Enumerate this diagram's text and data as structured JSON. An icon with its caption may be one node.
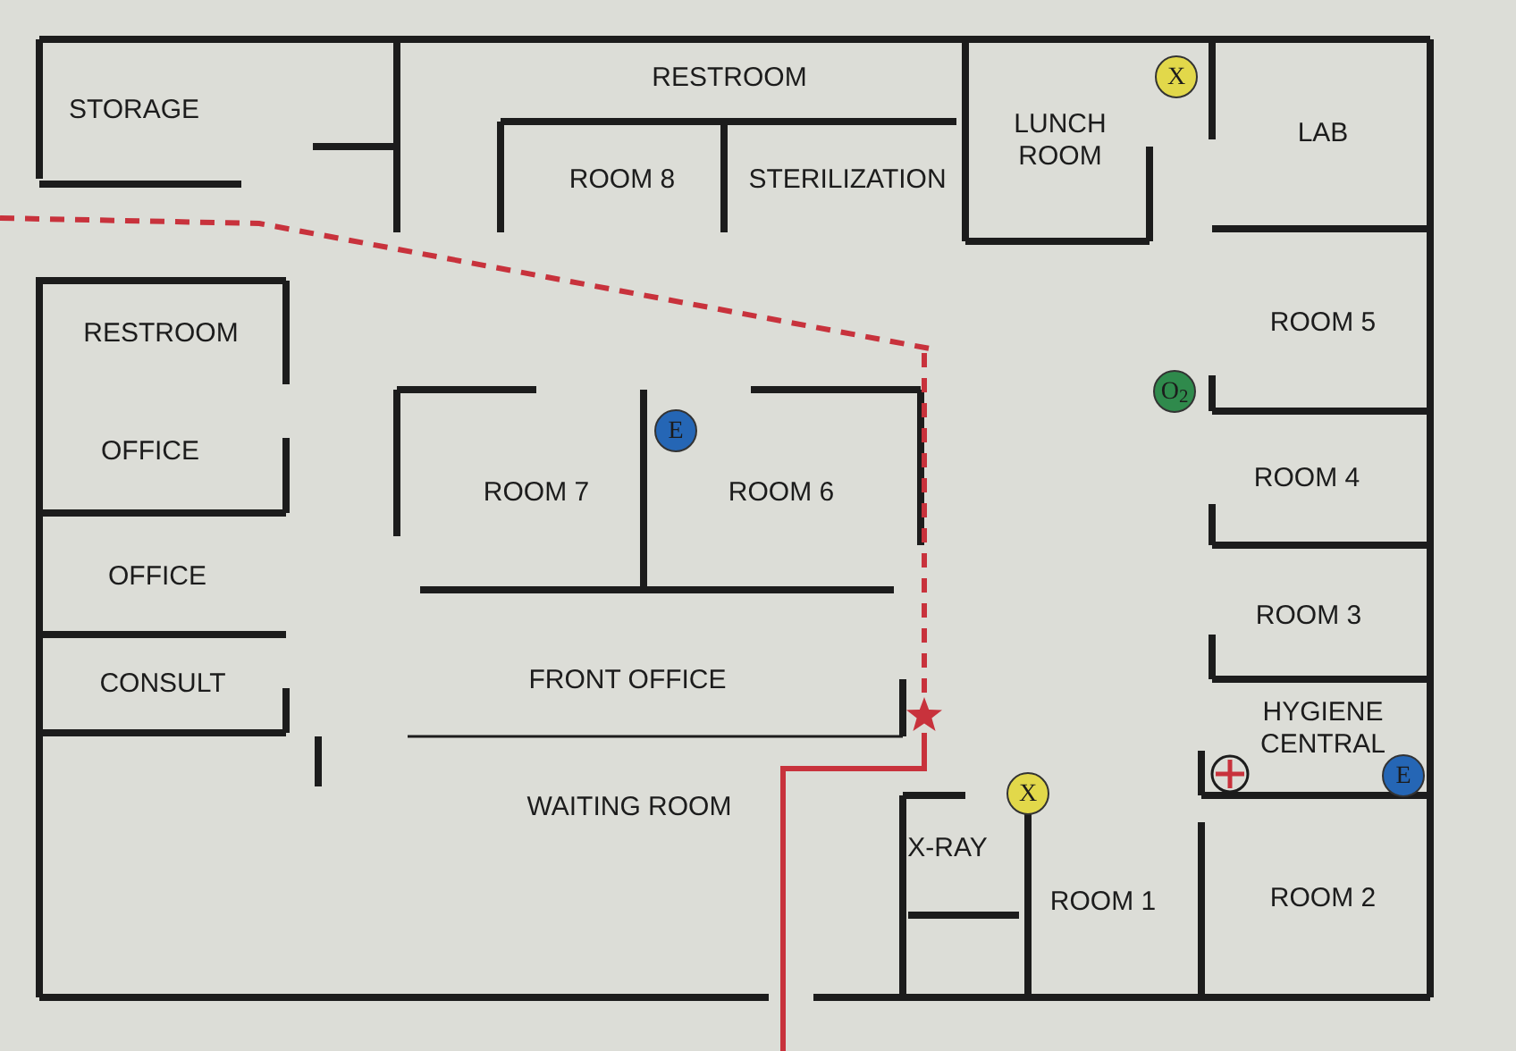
{
  "diagram": {
    "nodes": [
      {
        "text": [
          "STORAGE"
        ]
      },
      {
        "text": [
          "RESTROOM"
        ]
      },
      {
        "text": [
          "LUNCH ROOM"
        ]
      },
      {
        "text": [
          "LAB"
        ]
      },
      {
        "text": [
          "X"
        ]
      },
      {
        "text": [
          "ROOM 8"
        ]
      },
      {
        "text": [
          "STERILIZATION"
        ]
      },
      {
        "text": [
          "RESTROOM"
        ]
      },
      {
        "text": [
          "ROOM 5"
        ]
      },
      {
        "text": [
          "O$_{2}$"
        ]
      },
      {
        "text": [
          "E"
        ]
      },
      {
        "text": [
          "OFFICE"
        ]
      },
      {
        "text": [
          "ROOM 7"
        ]
      },
      {
        "text": [
          "ROOM 6"
        ]
      },
      {
        "text": [
          "ROOM 4"
        ]
      },
      {
        "text": [
          "OFFICE"
        ]
      },
      {
        "text": [
          "ROOM 3"
        ]
      },
      {
        "text": [
          "CONSULT"
        ]
      },
      {
        "text": [
          "FRONT OFFICE"
        ]
      },
      {
        "text": [],
        "shape": "star"
      },
      {
        "text": [
          "HYGIENE CENTRAL"
        ]
      },
      {
        "text": [
          "E"
        ]
      },
      {
        "text": [
          "X"
        ]
      },
      {
        "text": [
          "WAITING ROOM"
        ]
      },
      {
        "text": [
          "X-RAY"
        ]
      },
      {
        "text": [
          "ROOM 1"
        ]
      },
      {
        "text": [
          "ROOM 2"
        ]
      }
    ],
    "edges": [
      {
        "from": null,
        "to": 19,
        "arrow": "none",
        "style": "dashed",
        "color": "#c8323c"
      },
      {
        "from": null,
        "to": 19,
        "arrow": "none",
        "color": "#c8323c"
      }
    ]
  }
}
